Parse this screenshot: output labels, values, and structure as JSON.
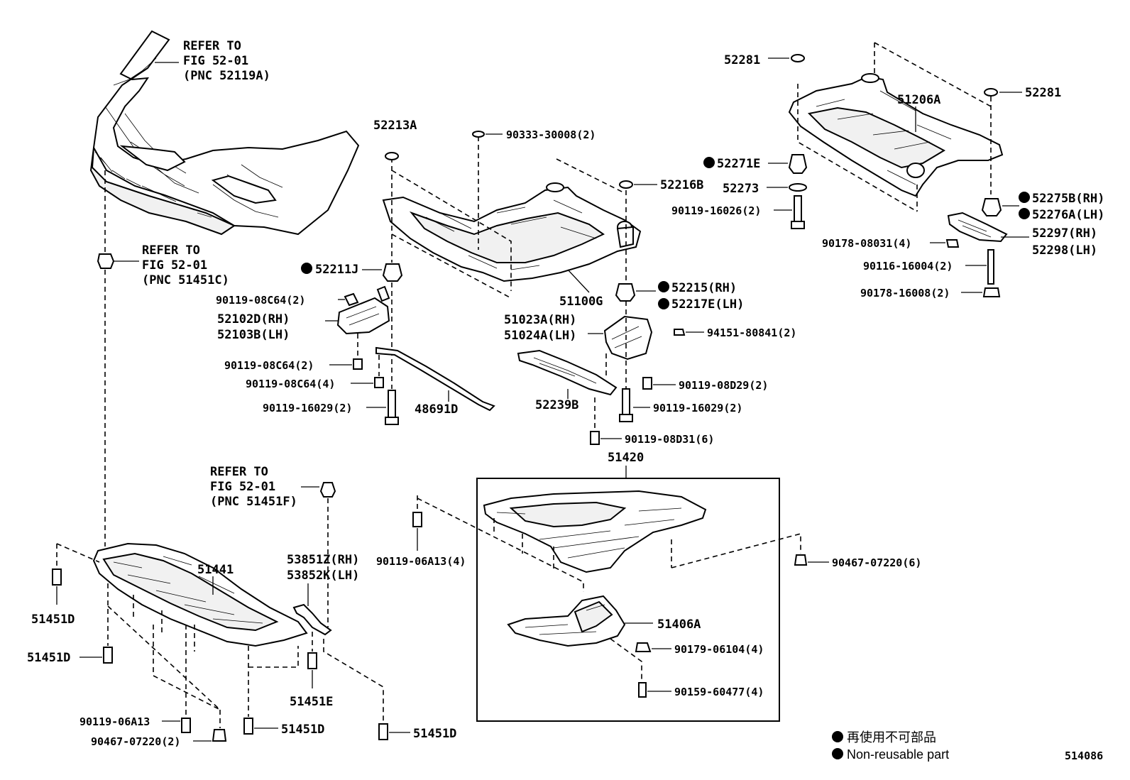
{
  "diagram_id": "514086",
  "legend": {
    "jp": "再使用不可部品",
    "en": "Non-reusable part"
  },
  "labels": {
    "ref1_line1": "REFER TO",
    "ref1_line2": "FIG 52-01",
    "ref1_line3": "(PNC 52119A)",
    "ref2_line1": "REFER TO",
    "ref2_line2": "FIG 52-01",
    "ref2_line3": "(PNC 51451C)",
    "ref3_line1": "REFER TO",
    "ref3_line2": "FIG 52-01",
    "ref3_line3": "(PNC 51451F)",
    "p52213A": "52213A",
    "p90333": "90333-30008(2)",
    "p52216B": "52216B",
    "p52211J": "52211J",
    "p90119_08C64_a": "90119-08C64(2)",
    "p52102D": "52102D(RH)",
    "p52103B": "52103B(LH)",
    "p90119_08C64_b": "90119-08C64(2)",
    "p90119_08C64_c": "90119-08C64(4)",
    "p90119_16029_a": "90119-16029(2)",
    "p48691D": "48691D",
    "p51100G": "51100G",
    "p51023A": "51023A(RH)",
    "p51024A": "51024A(LH)",
    "p52215": "52215(RH)",
    "p52217E": "52217E(LH)",
    "p94151": "94151-80841(2)",
    "p90119_08D29": "90119-08D29(2)",
    "p52239B": "52239B",
    "p90119_16029_b": "90119-16029(2)",
    "p90119_08D31": "90119-08D31(6)",
    "p52281_a": "52281",
    "p52281_b": "52281",
    "p51206A": "51206A",
    "p52271E": "52271E",
    "p52273": "52273",
    "p90119_16026": "90119-16026(2)",
    "p52275B": "52275B(RH)",
    "p52276A": "52276A(LH)",
    "p90178_08031": "90178-08031(4)",
    "p52297": "52297(RH)",
    "p52298": "52298(LH)",
    "p90116_16004": "90116-16004(2)",
    "p90178_16008": "90178-16008(2)",
    "p51420": "51420",
    "p90119_06A13_a": "90119-06A13(4)",
    "p90467_07220_a": "90467-07220(6)",
    "p51406A": "51406A",
    "p90179_06104": "90179-06104(4)",
    "p90159_60477": "90159-60477(4)",
    "p51441": "51441",
    "p51451D_a": "51451D",
    "p51451D_b": "51451D",
    "p53851Z": "53851Z(RH)",
    "p53852K": "53852K(LH)",
    "p51451E": "51451E",
    "p90119_06A13_b": "90119-06A13",
    "p90467_07220_b": "90467-07220(2)",
    "p51451D_c": "51451D",
    "p51451D_d": "51451D"
  }
}
